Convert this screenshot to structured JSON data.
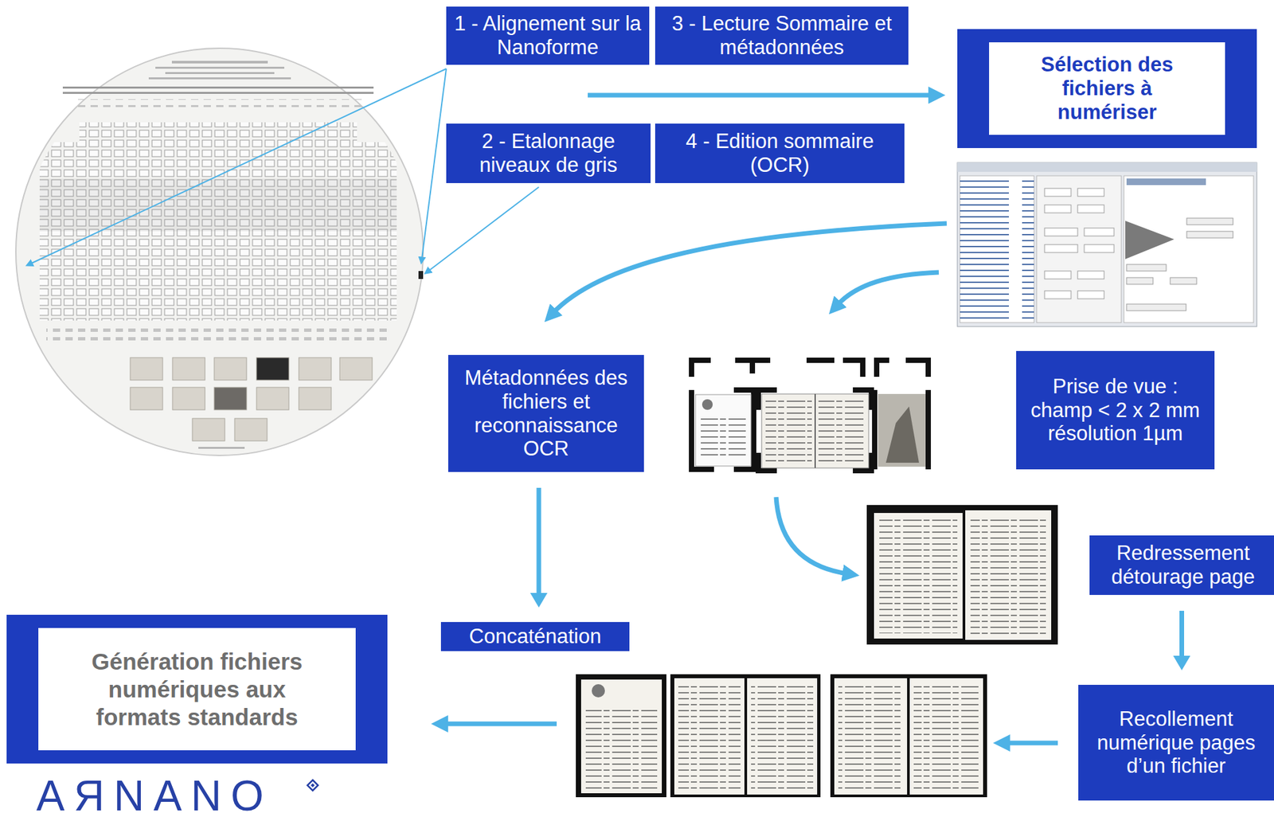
{
  "diagram": {
    "nodes": [
      {
        "text": [
          "1 - Alignement sur la Nanoforme"
        ]
      },
      {
        "text": [
          "3 - Lecture Sommaire et métadonnées"
        ]
      },
      {
        "text": [
          "Sélection des fichiers à numériser"
        ]
      },
      {
        "text": [
          "2 - Etalonnage niveaux de gris"
        ]
      },
      {
        "text": [
          "4 - Edition sommaire (OCR)"
        ]
      },
      {
        "text": [
          "Métadonnées des fichiers et reconnaissance OCR"
        ]
      },
      {
        "text": [
          "Prise de vue : champ < 2 x 2 mm résolution 1µm"
        ]
      },
      {
        "text": [
          "Redressement détourage page"
        ]
      },
      {
        "text": [
          "Concaténation"
        ]
      },
      {
        "text": [
          "Recollement numérique pages d’un fichier"
        ]
      },
      {
        "text": [
          "Génération fichiers numériques aux formats standards"
        ]
      }
    ],
    "edges": [
      {
        "from": 5,
        "to": 8,
        "arrow": "to"
      },
      {
        "from": 7,
        "to": 9,
        "arrow": "to"
      }
    ],
    "labels": [
      "AЯNANO"
    ]
  }
}
